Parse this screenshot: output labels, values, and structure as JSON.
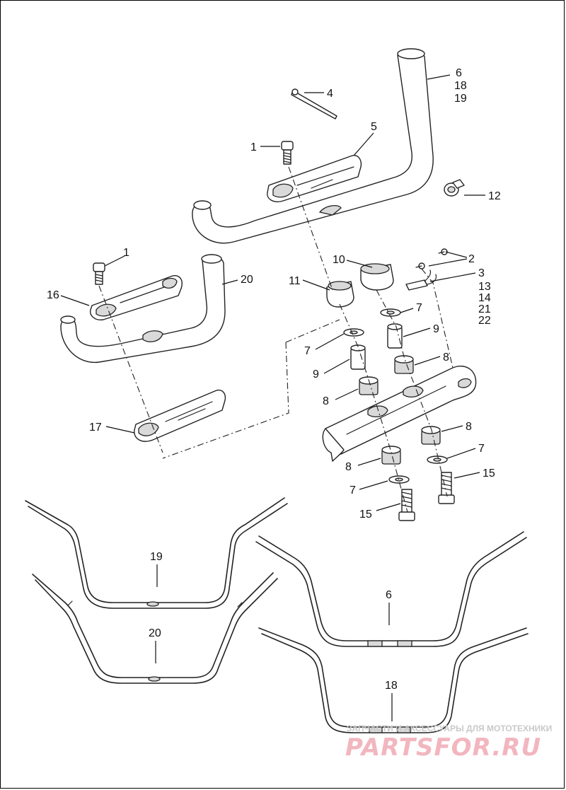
{
  "diagram": {
    "callouts": {
      "c1a": "1",
      "c1b": "1",
      "c2": "2",
      "c3": "3",
      "c13": "13",
      "c14": "14",
      "c21": "21",
      "c22": "22",
      "c4": "4",
      "c5": "5",
      "c6a": "6",
      "c18a": "18",
      "c19a": "19",
      "c6b": "6",
      "c18b": "18",
      "c19b": "19",
      "c7a": "7",
      "c7b": "7",
      "c7c": "7",
      "c7d": "7",
      "c8a": "8",
      "c8b": "8",
      "c8c": "8",
      "c8d": "8",
      "c9a": "9",
      "c9b": "9",
      "c10": "10",
      "c11": "11",
      "c12": "12",
      "c15a": "15",
      "c15b": "15",
      "c16": "16",
      "c17": "17",
      "c20a": "20",
      "c20b": "20"
    }
  },
  "watermark": {
    "tagline": "ЗАПЧАСТИ И АКСЕССУАРЫ ДЛЯ МОТОТЕХНИКИ",
    "logo": "PARTSFOR.RU"
  }
}
